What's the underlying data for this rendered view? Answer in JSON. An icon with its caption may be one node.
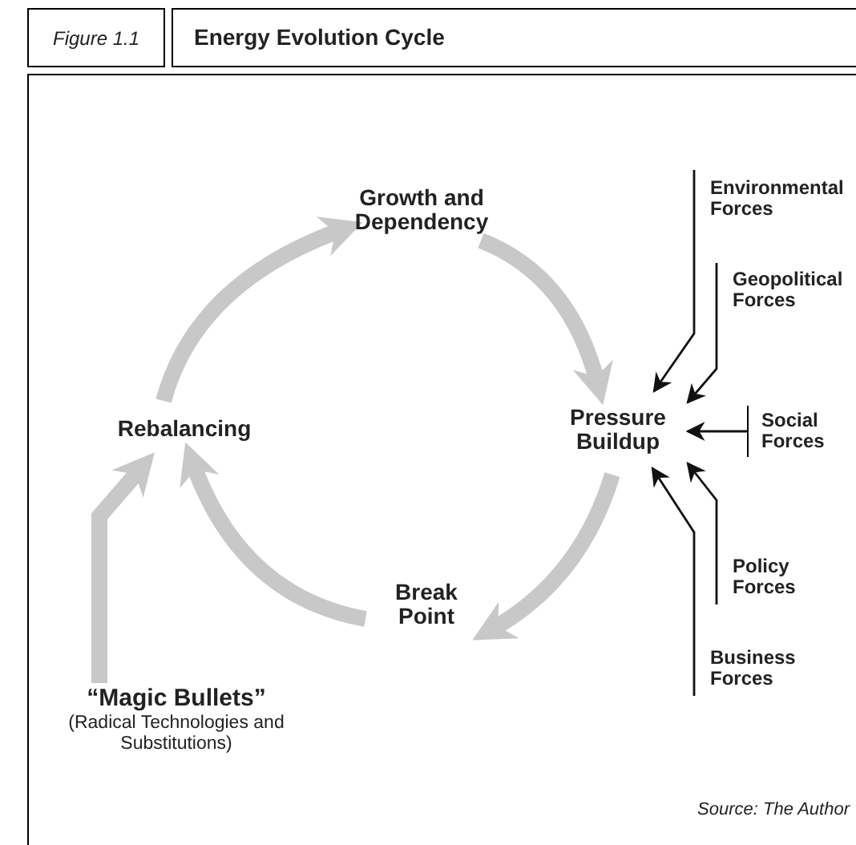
{
  "diagram": {
    "title": "Energy Evolution Cycle",
    "nodes": [
      {
        "text": [
          "Growth and Dependency"
        ]
      },
      {
        "text": [
          "Pressure Buildup"
        ]
      },
      {
        "text": [
          "Break Point"
        ]
      },
      {
        "text": [
          "Rebalancing"
        ]
      },
      {
        "text": [
          "“Magic Bullets”",
          "(Radical Technologies and Substitutions)"
        ]
      },
      {
        "text": [
          "Environmental Forces"
        ]
      },
      {
        "text": [
          "Geopolitical Forces"
        ]
      },
      {
        "text": [
          "Social Forces"
        ]
      },
      {
        "text": [
          "Policy Forces"
        ]
      },
      {
        "text": [
          "Business Forces"
        ]
      }
    ],
    "edges": [
      {
        "from": 0,
        "to": 1,
        "arrow": "to",
        "style": "thick",
        "color": "#c8c8c8"
      },
      {
        "from": 1,
        "to": 2,
        "arrow": "to",
        "style": "thick",
        "color": "#c8c8c8"
      },
      {
        "from": 2,
        "to": 3,
        "arrow": "to",
        "style": "thick",
        "color": "#c8c8c8"
      },
      {
        "from": 3,
        "to": 0,
        "arrow": "to",
        "style": "thick",
        "color": "#c8c8c8"
      },
      {
        "from": 4,
        "to": 3,
        "arrow": "to",
        "style": "thick",
        "color": "#c8c8c8"
      },
      {
        "from": 5,
        "to": 1,
        "arrow": "to",
        "color": "#111111"
      },
      {
        "from": 6,
        "to": 1,
        "arrow": "to",
        "color": "#111111"
      },
      {
        "from": 7,
        "to": 1,
        "arrow": "to",
        "color": "#111111"
      },
      {
        "from": 8,
        "to": 1,
        "arrow": "to",
        "color": "#111111"
      },
      {
        "from": 9,
        "to": 1,
        "arrow": "to",
        "color": "#111111"
      }
    ],
    "labels": [
      "Figure 1.1",
      "Source: The Author"
    ]
  }
}
